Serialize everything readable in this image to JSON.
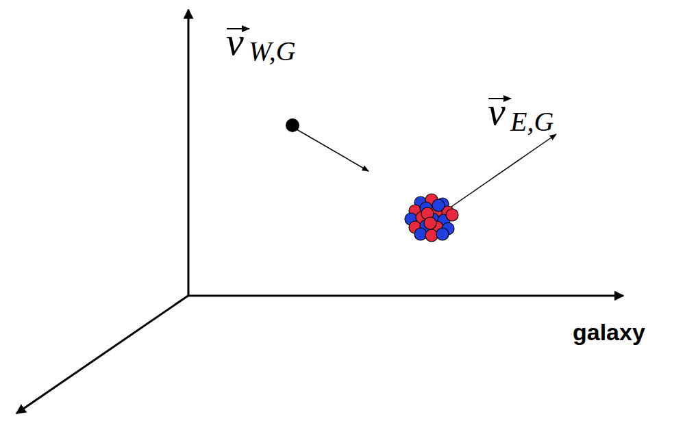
{
  "diagram": {
    "labels": [
      "v",
      "W,G",
      "v",
      "E,G",
      "galaxy"
    ]
  }
}
